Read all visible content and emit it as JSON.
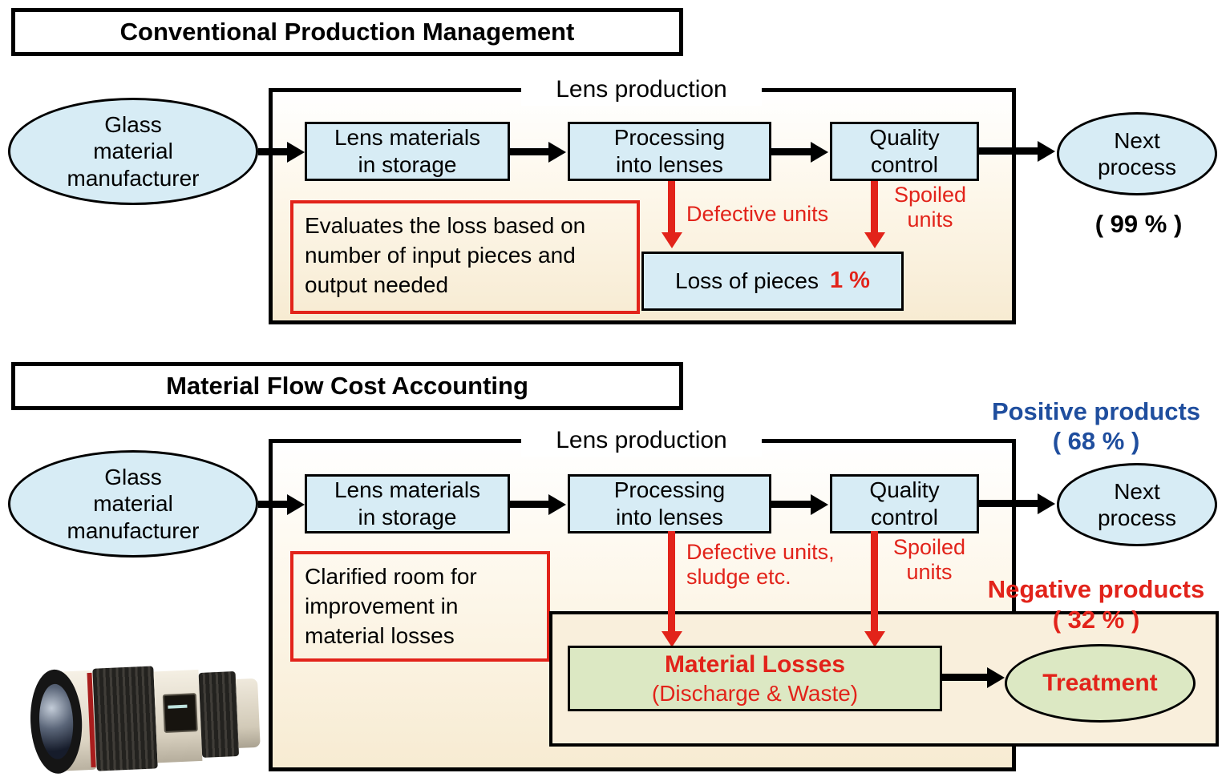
{
  "colors": {
    "process_box_fill": "#d7ecf5",
    "container_fill": "#f7ebd2",
    "loss_fill": "#dce8c3",
    "accent_red": "#e2231a",
    "accent_blue": "#1f4e9e"
  },
  "conventional": {
    "title": "Conventional Production Management",
    "flow_label": "Lens production",
    "source": "Glass\nmaterial\nmanufacturer",
    "steps": [
      "Lens materials\nin storage",
      "Processing\ninto lenses",
      "Quality\ncontrol"
    ],
    "next": "Next\nprocess",
    "next_pct": "( 99 % )",
    "note": "Evaluates the loss based on\nnumber of input pieces and\noutput needed",
    "defective": "Defective units",
    "spoiled": "Spoiled\nunits",
    "loss_label": "Loss of pieces",
    "loss_value": "1 %"
  },
  "mfca": {
    "title": "Material Flow Cost Accounting",
    "flow_label": "Lens production",
    "source": "Glass\nmaterial\nmanufacturer",
    "steps": [
      "Lens materials\nin storage",
      "Processing\ninto lenses",
      "Quality\ncontrol"
    ],
    "next": "Next\nprocess",
    "positive": "Positive products",
    "positive_pct": "( 68 % )",
    "negative": "Negative products",
    "negative_pct": "( 32 % )",
    "note": "Clarified room for\nimprovement in\nmaterial losses",
    "defective": "Defective units,\nsludge etc.",
    "spoiled": "Spoiled\nunits",
    "material_losses": "Material Losses",
    "material_losses_sub": "(Discharge & Waste)",
    "treatment": "Treatment"
  }
}
